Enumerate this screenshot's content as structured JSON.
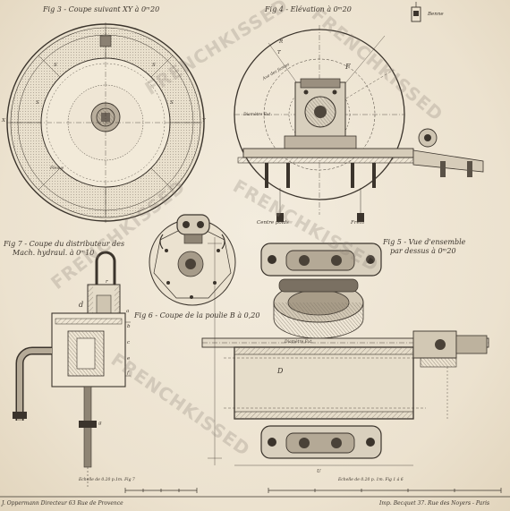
{
  "figures": {
    "fig3": "Fig 3 - Coupe suivant XY à 0ᵐ20",
    "fig4": "Fig 4 - Elévation à 0ᵐ20",
    "fig5_line1": "Fig 5 - Vue d'ensemble",
    "fig5_line2": "par dessus à 0ᵐ20",
    "fig6": "Fig 6 - Coupe de la poulie B à 0,20",
    "fig7_line1": "Fig 7 - Coupe du distributeur des",
    "fig7_line2": "Mach. hydraul. à 0ᵐ10"
  },
  "labels": {
    "benne": "Benne",
    "centre_poids": "Centre poids",
    "frein": "Frein",
    "axe_fusees": "Axe des fusées",
    "diametre_ext": "Diamètre Ext.",
    "diametre_ext2": "Diamètre Ext.",
    "fleuve": "Fleuve",
    "D": "D",
    "F": "F",
    "T": "T",
    "R": "R",
    "U": "U",
    "X": "X",
    "Y": "Y",
    "S1": "S",
    "S2": "S",
    "S3": "S",
    "S4": "S",
    "a": "a",
    "b": "b",
    "c": "c",
    "d": "d",
    "e": "e",
    "f": "f",
    "g": "g",
    "r": "r"
  },
  "scales": {
    "scale_left": "Echelle de 0.20 p.1m. Fig 7",
    "scale_right": "Echelle de 0.20 p. 1m. Fig 1 á 6"
  },
  "footer": {
    "left": "J. Oppermann Directeur 63 Rue de Provence",
    "right": "Imp. Becquet 37. Rue des Noyers - Paris"
  },
  "watermark": "FRENCHKISSED",
  "colors": {
    "paper": "#efe6d6",
    "ink": "#3b342c",
    "hatch": "#8f8678"
  }
}
